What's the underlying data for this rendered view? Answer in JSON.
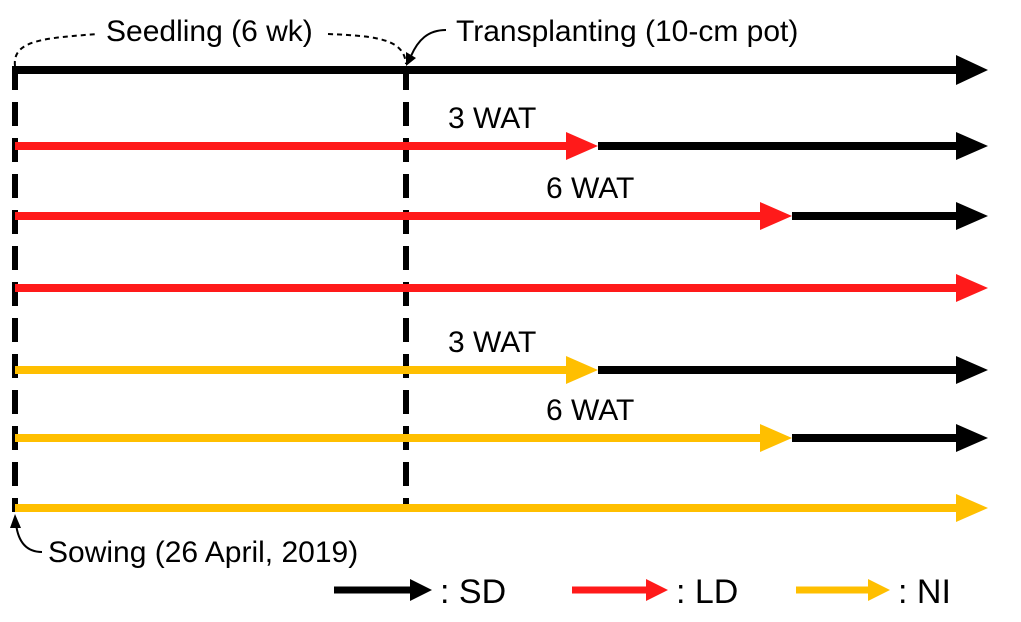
{
  "colors": {
    "sd": "#000000",
    "ld": "#ff1a1a",
    "ni": "#ffbf00"
  },
  "labels": {
    "seedling": "Seedling (6 wk)",
    "transplanting": "Transplanting (10-cm pot)",
    "sowing": "Sowing (26 April, 2019)",
    "row2": "3 WAT",
    "row3": "6 WAT",
    "row5": "3 WAT",
    "row6": "6 WAT"
  },
  "legend": [
    {
      "key": "sd",
      "label": ":  SD"
    },
    {
      "key": "ld",
      "label": ": LD"
    },
    {
      "key": "ni",
      "label": ":  NI"
    }
  ],
  "rows": [
    {
      "id": "row1",
      "segments": [
        "sd"
      ]
    },
    {
      "id": "row2",
      "segments": [
        "ld",
        "sd"
      ],
      "switch_after_weeks": 3
    },
    {
      "id": "row3",
      "segments": [
        "ld",
        "sd"
      ],
      "switch_after_weeks": 6
    },
    {
      "id": "row4",
      "segments": [
        "ld"
      ]
    },
    {
      "id": "row5",
      "segments": [
        "ni",
        "sd"
      ],
      "switch_after_weeks": 3
    },
    {
      "id": "row6",
      "segments": [
        "ni",
        "sd"
      ],
      "switch_after_weeks": 6
    },
    {
      "id": "row7",
      "segments": [
        "ni"
      ]
    }
  ]
}
